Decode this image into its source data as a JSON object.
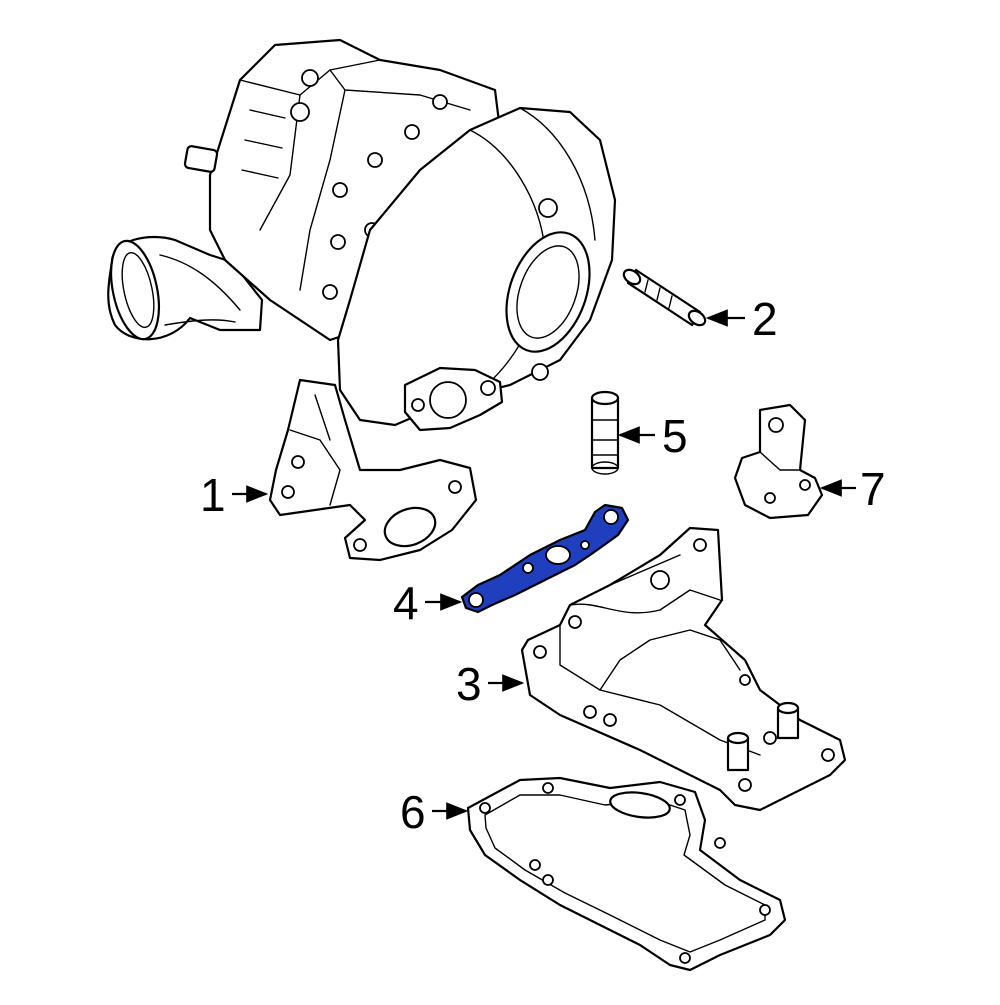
{
  "diagram": {
    "highlight_color": "#1f3fbf",
    "callouts": [
      {
        "id": "1",
        "label": "1"
      },
      {
        "id": "2",
        "label": "2"
      },
      {
        "id": "3",
        "label": "3"
      },
      {
        "id": "4",
        "label": "4"
      },
      {
        "id": "5",
        "label": "5"
      },
      {
        "id": "6",
        "label": "6"
      },
      {
        "id": "7",
        "label": "7"
      }
    ]
  }
}
